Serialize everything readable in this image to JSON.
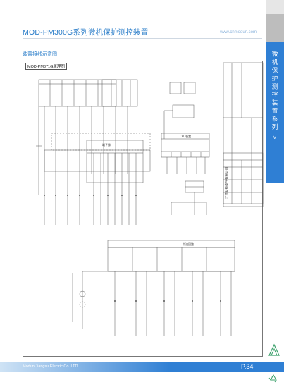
{
  "header": {
    "title": "MOD-PM300G系列微机保护测控装置",
    "url": "www.chmodun.com"
  },
  "side_tab": {
    "label": "微机保护测控装置系列 >"
  },
  "section": {
    "title": "装置接线示意图"
  },
  "diagram": {
    "label": "MOD-PM371G原理图",
    "ac_box_title": "交流回路",
    "comm_box_title": "CPU装置",
    "terminal_header": "端子排",
    "company": "江苏默顿电气有限公司"
  },
  "footer": {
    "company": "Modun Jiangsu Electric Co.,LTD",
    "page": "P.34"
  },
  "colors": {
    "accent": "#2f7fd4",
    "title": "#2a7dc9"
  },
  "icons": [
    "logo-icon",
    "recycle-icon"
  ]
}
